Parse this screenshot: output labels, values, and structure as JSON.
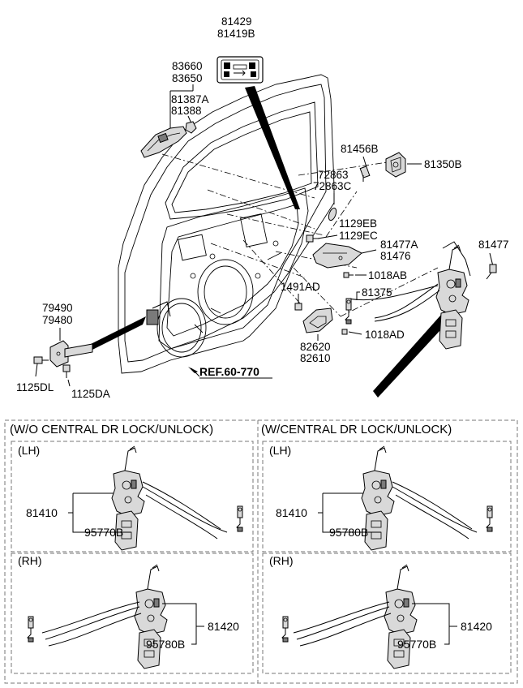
{
  "labels": {
    "p81429": "81429",
    "p81419B": "81419B",
    "p83660": "83660",
    "p83650": "83650",
    "p81387A": "81387A",
    "p81388": "81388",
    "p81456B": "81456B",
    "p81350B": "81350B",
    "p72863": "72863",
    "p72863C": "72863C",
    "p1129EB": "1129EB",
    "p1129EC": "1129EC",
    "p81477A": "81477A",
    "p81476": "81476",
    "p81477": "81477",
    "p1018AB": "1018AB",
    "p1491AD": "1491AD",
    "p81375": "81375",
    "p79490": "79490",
    "p79480": "79480",
    "p82620": "82620",
    "p82610": "82610",
    "p1018AD": "1018AD",
    "p1125DL": "1125DL",
    "p1125DA": "1125DA",
    "ref": "REF.60-770"
  },
  "sections": {
    "left": {
      "title": "(W/O CENTRAL DR LOCK/UNLOCK)",
      "lh": {
        "side": "(LH)",
        "latch": "81410",
        "actuator": "95770B"
      },
      "rh": {
        "side": "(RH)",
        "latch": "81420",
        "actuator": "95780B"
      }
    },
    "right": {
      "title": "(W/CENTRAL DR LOCK/UNLOCK)",
      "lh": {
        "side": "(LH)",
        "latch": "81410",
        "actuator": "95780B"
      },
      "rh": {
        "side": "(RH)",
        "latch": "81420",
        "actuator": "95770B"
      }
    }
  }
}
